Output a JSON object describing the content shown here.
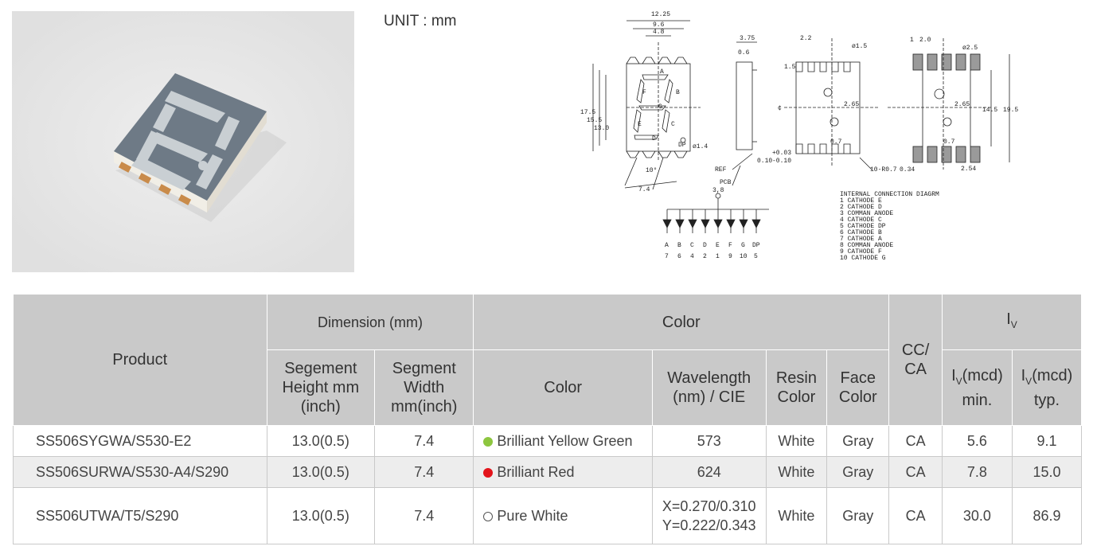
{
  "unit_label": "UNIT : mm",
  "drawing": {
    "dims_top": [
      "12.25",
      "9.6",
      "4.8"
    ],
    "dims_left": [
      "17.5",
      "15.5",
      "13.0"
    ],
    "dim_10deg": "10°",
    "dim_7_4": "7.4",
    "dim_1_4": "ø1.4",
    "dim_dp": "DP",
    "side_dims": [
      "3.75",
      "0.6"
    ],
    "side_tol": "0.10",
    "side_tol_plus": "+0.03",
    "side_tol_minus": "-0.10",
    "ref": "REF",
    "pcb": "PCB",
    "pad_dims": [
      "2.2",
      "ø1.5",
      "1.5",
      "2.65",
      "0.7",
      "10-R0.7",
      "0.34"
    ],
    "land_dims": [
      "1",
      "2.0",
      "ø2.5",
      "2.65",
      "14.5",
      "19.5",
      "0.7",
      "2.54"
    ],
    "center_mark": "¢",
    "circuit_top": "3,8",
    "circuit_letters": [
      "A",
      "B",
      "C",
      "D",
      "E",
      "F",
      "G",
      "DP"
    ],
    "circuit_pins": [
      "7",
      "6",
      "4",
      "2",
      "1",
      "9",
      "10",
      "5"
    ],
    "connection_title": "INTERNAL CONNECTION DIAGRM",
    "connection_lines": [
      "1 CATHODE E",
      "2 CATHODE D",
      "3 COMMAN ANODE",
      "4 CATHODE C",
      "5 CATHODE DP",
      "6 CATHODE B",
      "7 CATHODE A",
      "8 COMMAN ANODE",
      "9 CATHODE F",
      "10 CATHODE G"
    ],
    "segment_letters": [
      "A",
      "B",
      "C",
      "D",
      "E",
      "F",
      "G"
    ]
  },
  "table": {
    "h_product": "Product",
    "h_dimension": "Dimension (mm)",
    "h_color_group": "Color",
    "h_cc": "CC/ CA",
    "h_iv": "I",
    "h_iv_sub": "V",
    "h_seg_height": "Segement Height mm (inch)",
    "h_seg_width": "Segment Width mm(inch)",
    "h_color": "Color",
    "h_wavelength": "Wavelength (nm) / CIE",
    "h_resin": "Resin Color",
    "h_face": "Face Color",
    "h_iv_min_sym": "I",
    "h_iv_min_sub": "V",
    "h_iv_min": "(mcd) min.",
    "h_iv_typ": "(mcd) typ.",
    "rows": [
      {
        "product": "SS506SYGWA/S530-E2",
        "height": "13.0(0.5)",
        "width": "7.4",
        "color": "Brilliant Yellow Green",
        "dot": "#8dc63f",
        "wavelength": "573",
        "wavelength2": "",
        "resin": "White",
        "face": "Gray",
        "cc": "CA",
        "min": "5.6",
        "typ": "9.1"
      },
      {
        "product": "SS506SURWA/S530-A4/S290",
        "height": "13.0(0.5)",
        "width": "7.4",
        "color": "Brilliant Red",
        "dot": "#e3141b",
        "wavelength": "624",
        "wavelength2": "",
        "resin": "White",
        "face": "Gray",
        "cc": "CA",
        "min": "7.8",
        "typ": "15.0"
      },
      {
        "product": "SS506UTWA/T5/S290",
        "height": "13.0(0.5)",
        "width": "7.4",
        "color": "Pure White",
        "dot": "#ffffff",
        "wavelength": "X=0.270/0.310",
        "wavelength2": "Y=0.222/0.343",
        "resin": "White",
        "face": "Gray",
        "cc": "CA",
        "min": "30.0",
        "typ": "86.9"
      }
    ]
  }
}
